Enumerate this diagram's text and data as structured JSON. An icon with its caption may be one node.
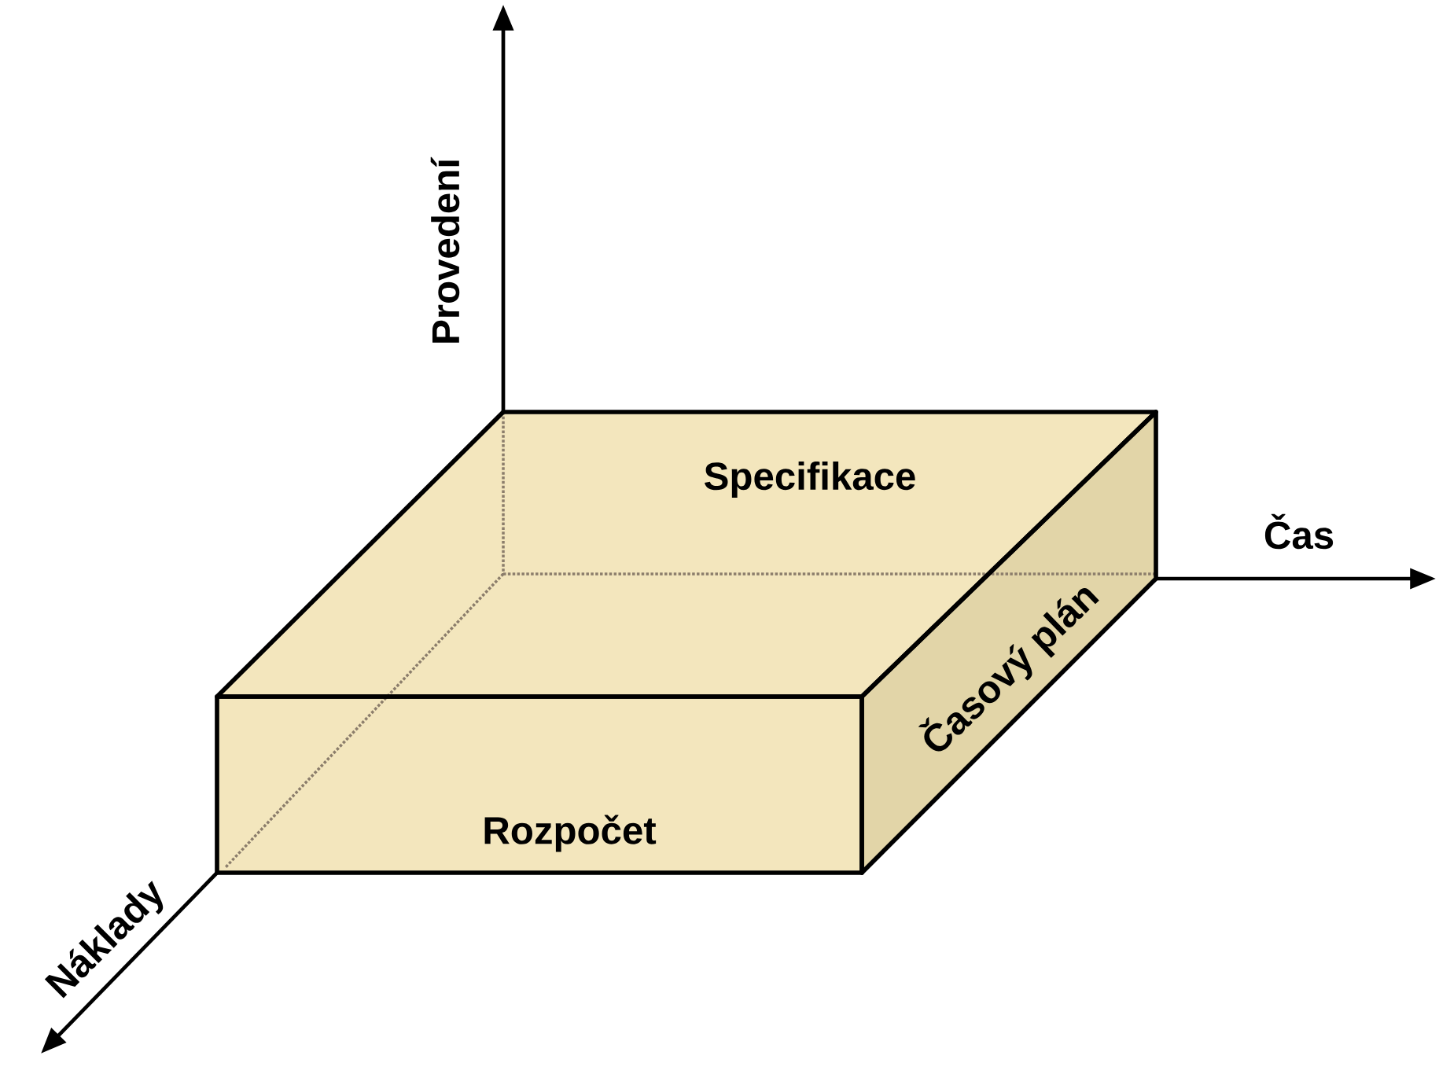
{
  "diagram": {
    "nodes": [
      {
        "text": [
          "Specifikace"
        ]
      },
      {
        "text": [
          "Časový plán"
        ]
      },
      {
        "text": [
          "Rozpočet"
        ]
      }
    ],
    "labels": [
      "Provedení",
      "Čas",
      "Náklady"
    ]
  }
}
